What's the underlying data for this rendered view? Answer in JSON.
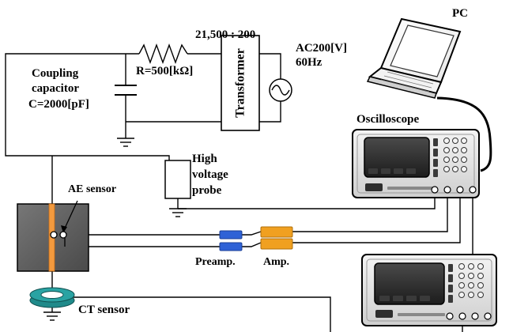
{
  "labels": {
    "pc": "PC",
    "ratio": "21,500 : 200",
    "ac_supply": "AC200[V]",
    "ac_freq": "60Hz",
    "coupling_capacitor_line1": "Coupling",
    "coupling_capacitor_line2": "capacitor",
    "coupling_capacitor_value": "C=2000[pF]",
    "resistor": "R=500[kΩ]",
    "transformer": "Transformer",
    "oscilloscope": "Oscilloscope",
    "hv_probe_line1": "High",
    "hv_probe_line2": "voltage",
    "hv_probe_line3": "probe",
    "ae_sensor": "AE sensor",
    "preamp": "Preamp.",
    "amp": "Amp.",
    "ct_sensor": "CT sensor"
  },
  "colors": {
    "line": "#000000",
    "electrode": "#f39a3e",
    "specimen": "#5f5f5f",
    "preamp": "#2f62d6",
    "amp": "#f0a020",
    "ct_sensor": "#1f8a8a",
    "instrument_body": "#e6e6e6",
    "screen": "#2b2b2b"
  }
}
